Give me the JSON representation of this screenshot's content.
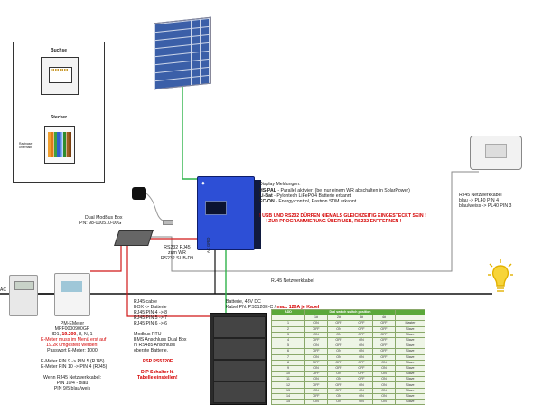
{
  "rj45": {
    "buchse_title": "Buchse",
    "stecker_title": "Stecker",
    "stecker_note": "Rastnase unterhalb"
  },
  "dual_modbus": {
    "line1": "Dual ModBus Box",
    "line2": "PN: 98-000510-00G"
  },
  "rs232": {
    "line1": "RS232 RJ45",
    "line2": "zum WR",
    "line3": "RS232 SUB-D9"
  },
  "ac_grid_label": "AC GRID",
  "ac_label": "AC",
  "display_notes": {
    "title": "Display Meldungen:",
    "hs_pal_key": "HS-PAL",
    "hs_pal_text": " - Parallel aktiviert (bei nur einem WR abschalten in SolarPower)",
    "li_bat_key": "Li-Bat",
    "li_bat_text": " - Pylontech LiFePO4 Batterie erkannt",
    "ec_on_key": "EC-ON",
    "ec_on_text": " - Energy control, Eastron SDM erkannt",
    "warning1": "! USB UND RS232 DÜRFEN NIEMALS GLEICHZEITIG EINGESTECKT SEIN !",
    "warning2": "! ZUR PROGRAMMIERUNG ÜBER USB, RS232 ENTFERNEN !"
  },
  "remote_panel": {
    "line1": "RJ45 Netzwerkkabel",
    "line2": "blau -> PL40 PIN 4",
    "line3": "blau/weiss -> PL40 PIN 3"
  },
  "rj45_network_label": "RJ45 Netzwerkkabel",
  "pm_meter": {
    "line1": "PM-EMeter",
    "line2": "MPF0000900GP",
    "line3a": "ID1, ",
    "line3b": "19.200",
    "line3c": ", 8, N, 1",
    "line4": "E-Meter muss im Menü erst auf",
    "line5": "19.2k umgestellt werden!",
    "line6": "Passwort E-Meter: 1000",
    "line7": "E-Meter PIN 9 -> PIN 5 (RJ45)",
    "line8": "E-Meter PIN 10 -> PIN 4 (RJ45)",
    "line9": "Wenn RJ45 Netzwerkkabel:",
    "line10": "PIN 10/4 - blau",
    "line11": "PIN 9/5 blau/weis"
  },
  "rj45_cable": {
    "line1": "RJ45 cable",
    "line2": "BOX -> Batterie",
    "line3": "RJ45 PIN 4 -> 8",
    "line4": "RJ45 PIN 5 -> 7",
    "line5": "RJ45 PIN 6 -> 6",
    "line6": "Modbus RTU",
    "line7": "BMS Anschluss Dual Box",
    "line8": "in RS485 Anschluss",
    "line9": "oberste Batterie.",
    "line10": "FSP PS5120E",
    "line11": "DIP Schalter lt.",
    "line12": "Tabelle einstellen!"
  },
  "battery_note": {
    "line1": "Batterie, 48V DC",
    "line2a": "Kabel PN: PS5120E-C / ",
    "line2b": "max. 120A je Kabel"
  },
  "dip_table": {
    "header_addr": "ADD",
    "header_title": "Dial switch switch position",
    "header_cols": [
      "1#",
      "2#",
      "3#",
      "4#"
    ],
    "header_mode": "",
    "rows": [
      [
        "1",
        "ON",
        "OFF",
        "OFF",
        "OFF",
        "Master"
      ],
      [
        "2",
        "OFF",
        "ON",
        "OFF",
        "OFF",
        "Slave"
      ],
      [
        "3",
        "ON",
        "ON",
        "OFF",
        "OFF",
        "Slave"
      ],
      [
        "4",
        "OFF",
        "OFF",
        "ON",
        "OFF",
        "Slave"
      ],
      [
        "5",
        "ON",
        "OFF",
        "ON",
        "OFF",
        "Slave"
      ],
      [
        "6",
        "OFF",
        "ON",
        "ON",
        "OFF",
        "Slave"
      ],
      [
        "7",
        "ON",
        "ON",
        "ON",
        "OFF",
        "Slave"
      ],
      [
        "8",
        "OFF",
        "OFF",
        "OFF",
        "ON",
        "Slave"
      ],
      [
        "9",
        "ON",
        "OFF",
        "OFF",
        "ON",
        "Slave"
      ],
      [
        "10",
        "OFF",
        "ON",
        "OFF",
        "ON",
        "Slave"
      ],
      [
        "11",
        "ON",
        "ON",
        "OFF",
        "ON",
        "Slave"
      ],
      [
        "12",
        "OFF",
        "OFF",
        "ON",
        "ON",
        "Slave"
      ],
      [
        "13",
        "ON",
        "OFF",
        "ON",
        "ON",
        "Slave"
      ],
      [
        "14",
        "OFF",
        "ON",
        "ON",
        "ON",
        "Slave"
      ],
      [
        "15",
        "ON",
        "ON",
        "ON",
        "ON",
        "Slave"
      ]
    ]
  },
  "colors": {
    "wire_red": "#d01818",
    "wire_green": "#2fb34a",
    "wire_gray": "#8a8a8a",
    "wire_black": "#111111",
    "inverter_blue": "#2d4fd6",
    "table_green": "#5aa83a"
  }
}
